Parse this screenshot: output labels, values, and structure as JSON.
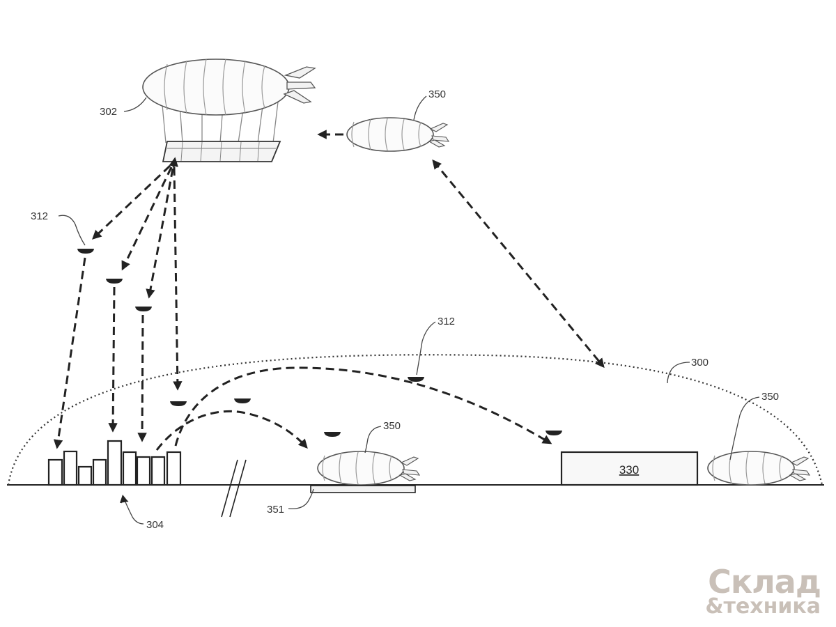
{
  "labels": {
    "airship": "302",
    "drone_top": "312",
    "drone_mid": "312",
    "shuttle_top": "350",
    "shuttle_mid": "350",
    "shuttle_right": "350",
    "area": "300",
    "buildings": "304",
    "pad": "351",
    "facility": "330"
  },
  "watermark": {
    "line1": "Склад",
    "line2": "&техника"
  },
  "colors": {
    "ink": "#222222",
    "watermark": "#c9c0b8"
  },
  "icons": {
    "drone": "drone-icon",
    "forklift": "forklift-icon"
  }
}
